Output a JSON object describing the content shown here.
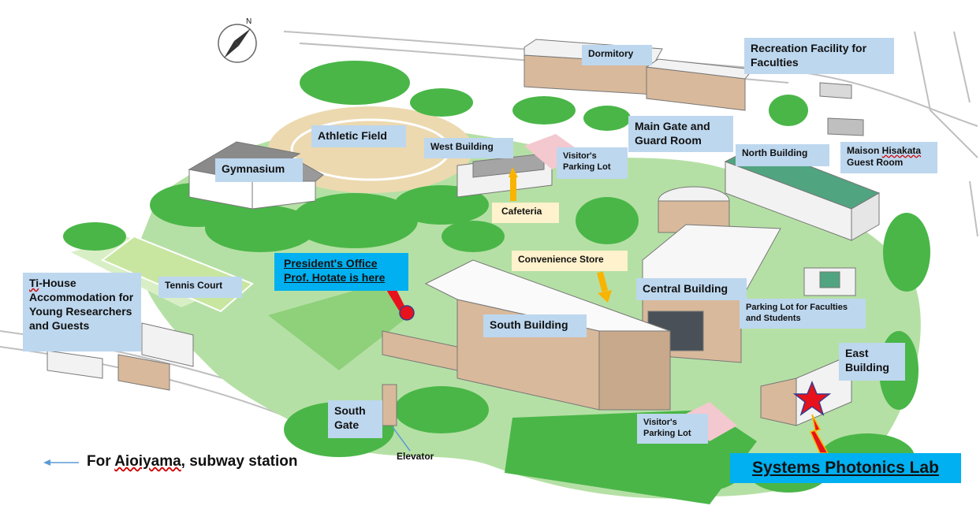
{
  "labels": {
    "dormitory": "Dormitory",
    "recreation": "Recreation Facility for Faculties",
    "athletic_field": "Athletic Field",
    "west_building": "West Building",
    "visitor_parking_north": "Visitor's Parking Lot",
    "main_gate": "Main Gate and Guard Room",
    "north_building": "North Building",
    "maison_line1_prefix": "Maison ",
    "maison_line1_underlined": "Hisakata",
    "maison_line2": "Guest Room",
    "gymnasium": "Gymnasium",
    "cafeteria": "Cafeteria",
    "convenience_store": "Convenience Store",
    "president_office_line1": "President's Office",
    "president_office_line2": "Prof. Hotate is here",
    "tennis_court": "Tennis Court",
    "ti_house_prefix": "Ti",
    "ti_house_text": "-House Accommodation for Young Researchers and Guests",
    "central_building": "Central Building",
    "parking_faculty": "Parking Lot for Faculties and Students",
    "south_building": "South Building",
    "east_building": "East Building",
    "south_gate": "South Gate",
    "visitor_parking_south": "Visitor's Parking Lot",
    "elevator": "Elevator",
    "subway_prefix": "For ",
    "subway_underlined": "Aioiyama",
    "subway_suffix": ", subway station",
    "systems_photonics_lab": "Systems Photonics Lab"
  },
  "compass": {
    "north_letter": "N"
  },
  "colors": {
    "label_blue": "#bdd7ee",
    "label_cream": "#fff2cc",
    "highlight_blue": "#00b0f0",
    "tree_green": "#4ab648",
    "lawn_green": "#b5e0a5",
    "track_sand": "#ecd9b0",
    "building_wall": "#d9b99b",
    "star_red": "#e8121c",
    "arrow_yellow": "#f8b400"
  }
}
